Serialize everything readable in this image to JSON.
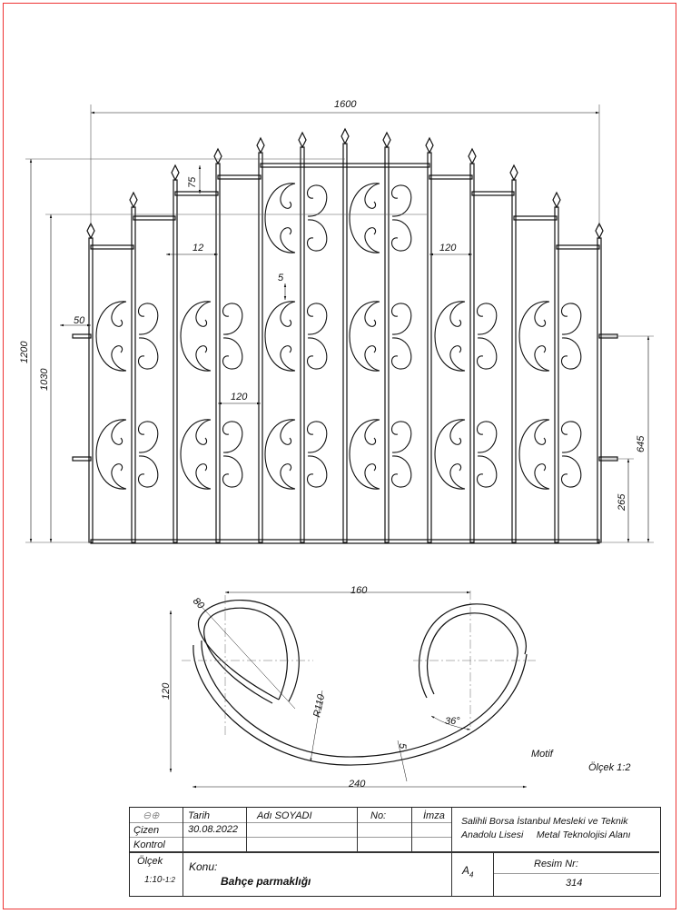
{
  "drawing": {
    "dimensions": {
      "overall_width": "1600",
      "overall_height": "1200",
      "side_height": "1030",
      "finial_step": "75",
      "bar_thickness": "12",
      "bay_spacing_top": "120",
      "bay_spacing_mid": "120",
      "scroll_thickness": "5",
      "side_offset": "50",
      "mount_upper": "645",
      "mount_lower": "265"
    },
    "detail": {
      "center_distance": "160",
      "scroll_diameter": "80",
      "height": "120",
      "bend_radius": "R110",
      "angle": "36°",
      "thickness": "5",
      "total_width": "240",
      "label": "Motif",
      "scale": "Ölçek 1:2"
    }
  },
  "title_block": {
    "symbol": "⊖⊕",
    "drawn_by": "Çizen",
    "checked": "Kontrol",
    "date_label": "Tarih",
    "date": "30.08.2022",
    "name_label": "Adı SOYADI",
    "no_label": "No:",
    "signature_label": "İmza",
    "school_line1": "Salihli Borsa İstanbul Mesleki ve Teknik",
    "school_line2": "Anadolu Lisesi     Metal Teknolojisi Alanı",
    "scale_label": "Ölçek",
    "scale_value": "1:10",
    "scale_value2": "1:2",
    "subject_label": "Konu:",
    "subject": "Bahçe parmaklığı",
    "paper": "A",
    "paper_sub": "4",
    "drawing_no_label": "Resim Nr:",
    "drawing_no": "314"
  }
}
